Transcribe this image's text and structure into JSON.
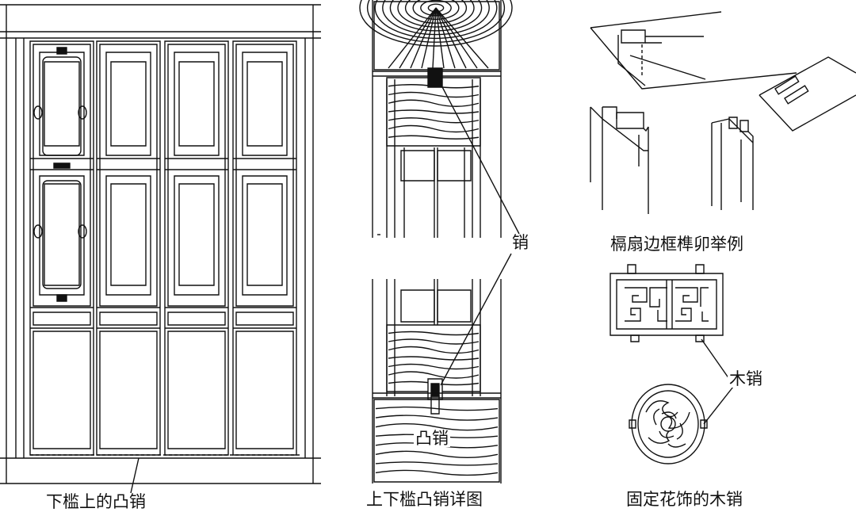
{
  "captions": {
    "left": "下槛上的凸销",
    "middle": "上下槛凸销详图",
    "top_right": "槅扇边框榫卯举例",
    "bottom_right": "固定花饰的木销"
  },
  "labels": {
    "pin": "销",
    "protruding_pin": "凸销",
    "wood_pin": "木销"
  },
  "colors": {
    "ink": "#111111",
    "paper": "#ffffff"
  }
}
